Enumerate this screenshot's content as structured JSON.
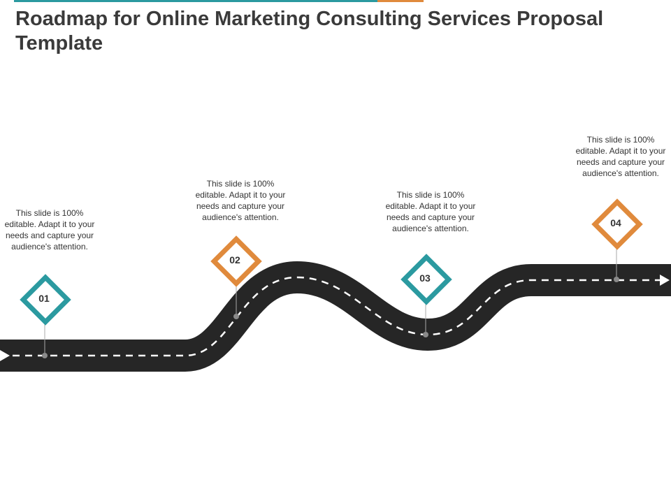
{
  "title": "Roadmap for Online Marketing Consulting Services Proposal Template",
  "colors": {
    "teal": "#2b9aa0",
    "orange": "#e08a3c",
    "road": "#262626",
    "text": "#3a3a3a"
  },
  "milestones": [
    {
      "number": "01",
      "color": "teal",
      "description": "This slide is 100% editable. Adapt it to your needs and capture your audience's attention."
    },
    {
      "number": "02",
      "color": "orange",
      "description": "This slide is 100% editable. Adapt it to your needs and capture your audience's attention."
    },
    {
      "number": "03",
      "color": "teal",
      "description": "This slide is 100% editable. Adapt it to your needs and capture your audience's attention."
    },
    {
      "number": "04",
      "color": "orange",
      "description": "This slide is 100% editable. Adapt it to your needs and capture your audience's attention."
    }
  ]
}
